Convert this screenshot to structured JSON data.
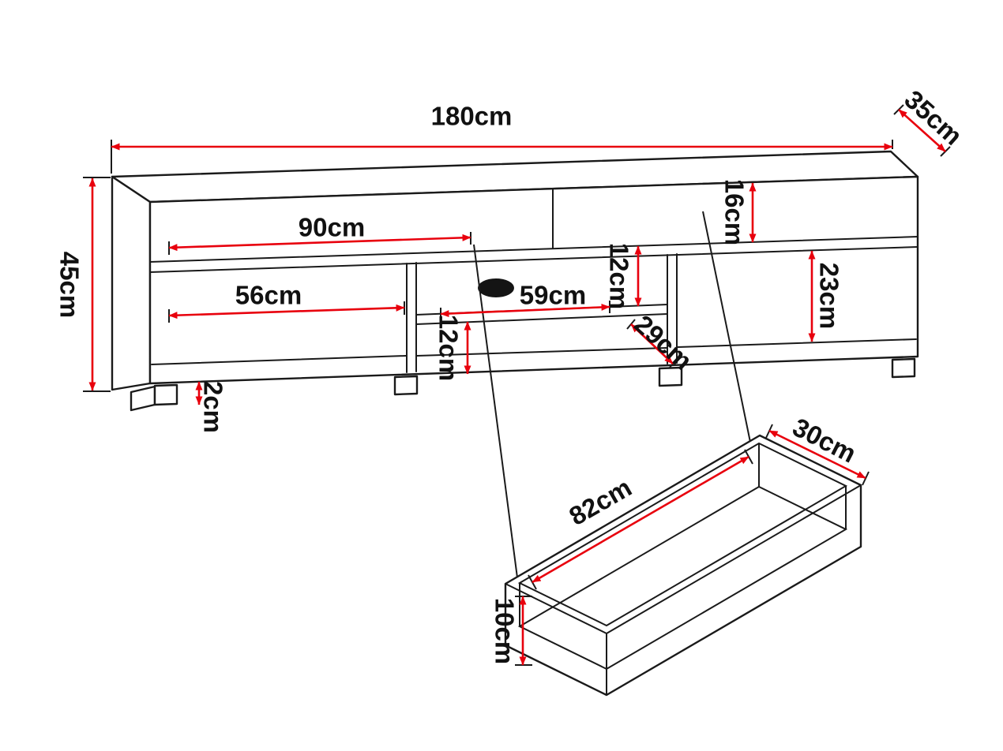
{
  "diagram": {
    "dimensions": {
      "total_width": "180cm",
      "total_depth": "35cm",
      "total_height": "45cm",
      "drawer_front_width": "90cm",
      "drawer_front_height": "16cm",
      "left_compartment_width": "56cm",
      "middle_compartment_width": "59cm",
      "upper_shelf_gap": "12cm",
      "lower_shelf_gap": "12cm",
      "middle_shelf_depth": "29cm",
      "right_compartment_height": "23cm",
      "foot_height": "2cm",
      "drawer_length": "82cm",
      "drawer_width": "30cm",
      "drawer_side_height": "10cm"
    },
    "colors": {
      "dimension_lines": "#e8000d",
      "outline": "#1a1a1a",
      "background": "#ffffff"
    }
  }
}
